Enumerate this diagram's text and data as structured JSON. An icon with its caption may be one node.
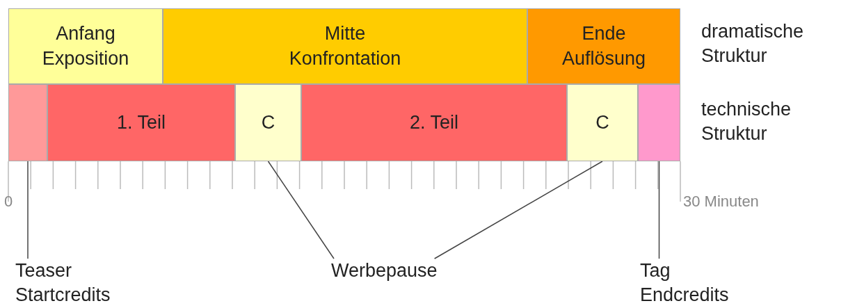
{
  "diagram": {
    "nodes": [
      {
        "text": [
          "Anfang",
          "Exposition"
        ]
      },
      {
        "text": [
          "Mitte",
          "Konfrontation"
        ]
      },
      {
        "text": [
          "Ende",
          "Auflösung"
        ]
      },
      {
        "text": [],
        "shape": "box"
      },
      {
        "text": [
          "1. Teil"
        ]
      },
      {
        "text": [
          "C"
        ]
      },
      {
        "text": [
          "2. Teil"
        ]
      },
      {
        "text": [
          "C"
        ]
      },
      {
        "text": [],
        "shape": "box"
      },
      {
        "text": [
          "Teaser",
          "Startcredits"
        ]
      },
      {
        "text": [
          "Werbepause"
        ]
      },
      {
        "text": [
          "Tag",
          "Endcredits"
        ]
      }
    ],
    "edges": [
      {
        "from": 9,
        "to": 3,
        "arrow": "none"
      },
      {
        "from": 10,
        "to": 5,
        "arrow": "none"
      },
      {
        "from": 10,
        "to": 7,
        "arrow": "none"
      },
      {
        "from": 11,
        "to": 8,
        "arrow": "none"
      }
    ],
    "labels": [
      "dramatische Struktur",
      "technische Struktur",
      "0",
      "30 Minuten"
    ]
  }
}
